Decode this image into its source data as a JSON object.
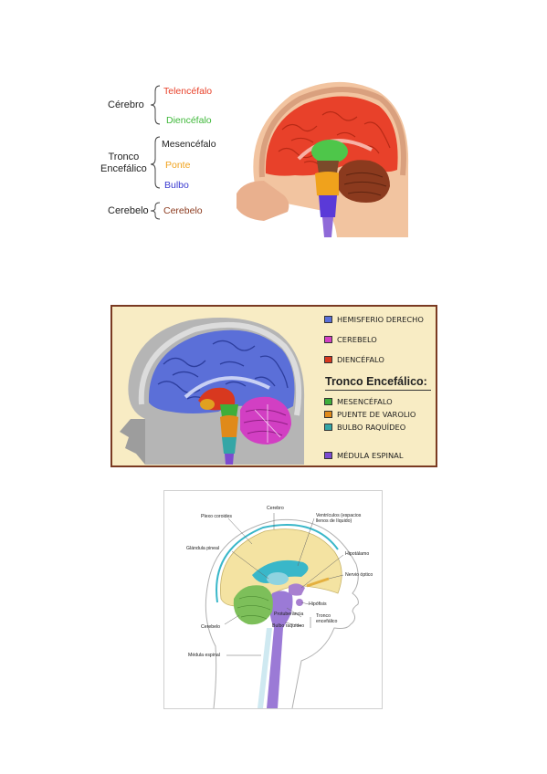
{
  "figure1": {
    "groups": {
      "cerebro": "Cérebro",
      "tronco_line1": "Tronco",
      "tronco_line2": "Encefálico",
      "cerebelo": "Cerebelo"
    },
    "parts": {
      "telencefalo": "Telencéfalo",
      "diencefalo": "Diencéfalo",
      "mesencefalo": "Mesencéfalo",
      "ponte": "Ponte",
      "bulbo": "Bulbo",
      "cerebelo": "Cerebelo"
    },
    "colors": {
      "telencefalo": "#e8412a",
      "diencefalo": "#4ec64a",
      "mesencefalo": "#222222",
      "ponte": "#f0a21c",
      "bulbo": "#3a3ad0",
      "cerebelo": "#8b3a1e"
    }
  },
  "figure2": {
    "legend": [
      {
        "label": "HEMISFERIO DERECHO",
        "color": "#5b6fd8"
      },
      {
        "label": "CEREBELO",
        "color": "#d23fc3"
      },
      {
        "label": "DIENCÉFALO",
        "color": "#d8381f"
      }
    ],
    "tronco_heading": "Tronco Encefálico:",
    "tronco_items": [
      {
        "label": "MESENCÉFALO",
        "color": "#3fae3a"
      },
      {
        "label": "PUENTE DE VAROLIO",
        "color": "#e08a1a"
      },
      {
        "label": "BULBO RAQUÍDEO",
        "color": "#34a6a6"
      }
    ],
    "medula": {
      "label": "MÉDULA ESPINAL",
      "color": "#7c4bd0"
    }
  },
  "figure3": {
    "labels": {
      "cerebro": "Cerebro",
      "plexo": "Plexo coroides",
      "ventriculos": "Ventrículos (espacios llenos de líquido)",
      "glandula": "Glándula pineal",
      "hipotalamo": "Hipotálamo",
      "nervio": "Nervio óptico",
      "hipofisis": "Hipófisis",
      "protuberancia": "Protuberancia",
      "bulbo": "Bulbo raquídeo",
      "tronco": "Tronco encefálico",
      "cerebelo": "Cerebelo",
      "medula": "Médula espinal"
    }
  }
}
